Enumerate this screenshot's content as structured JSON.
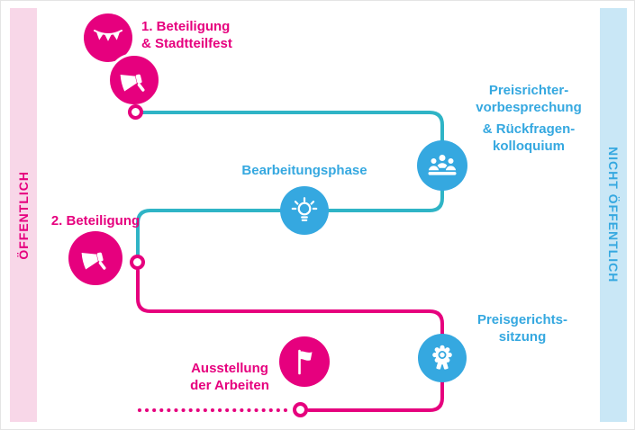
{
  "bands": {
    "left": {
      "label": "ÖFFENTLICH"
    },
    "right": {
      "label": "NICHT ÖFFENTLICH"
    }
  },
  "colors": {
    "pink": "#e6007e",
    "blue": "#35a8e0",
    "teal": "#2fb4c6",
    "band_pink": "#f8d7e8",
    "band_blue": "#c9e7f6"
  },
  "steps": {
    "step1": {
      "lines": [
        "1. Beteiligung",
        "& Stadtteilfest"
      ],
      "icons": [
        "pennant-garland-icon",
        "megaphone-icon"
      ]
    },
    "preisrichter": {
      "lines": [
        "Preisrichter-",
        "vorbesprechung",
        "& Rückfragen-",
        "kolloquium"
      ],
      "icons": [
        "jury-people-icon"
      ]
    },
    "bearbeitung": {
      "lines": [
        "Bearbeitungsphase"
      ],
      "icons": [
        "lightbulb-icon"
      ]
    },
    "step2": {
      "lines": [
        "2. Beteiligung"
      ],
      "icons": [
        "megaphone-icon"
      ]
    },
    "preisgericht": {
      "lines": [
        "Preisgerichts-",
        "sitzung"
      ],
      "icons": [
        "award-rosette-icon"
      ]
    },
    "ausstellung": {
      "lines": [
        "Ausstellung",
        "der Arbeiten"
      ],
      "icons": [
        "flag-icon"
      ]
    }
  }
}
